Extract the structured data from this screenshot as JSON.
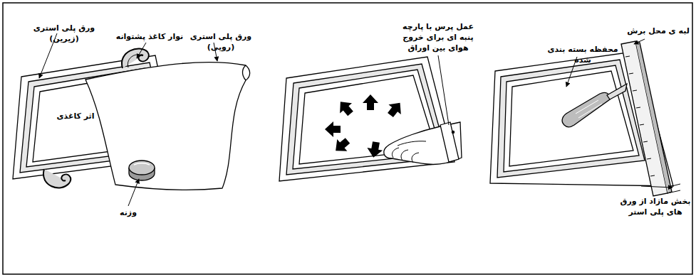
{
  "diagram": {
    "labels": [
      "ورق پلی استری (زیرین)",
      "نوار کاغذ پشتوانه",
      "ورق پلی استری (رویی)",
      "اثر کاغذی",
      "وزنه",
      "عمل پرس با پارچه پنبه ای برای خروج هوای بین اوراق",
      "محفظه بسته بندی شده",
      "لبه ی محل برش",
      "بخش مازاد از ورق های پلی استر"
    ]
  }
}
